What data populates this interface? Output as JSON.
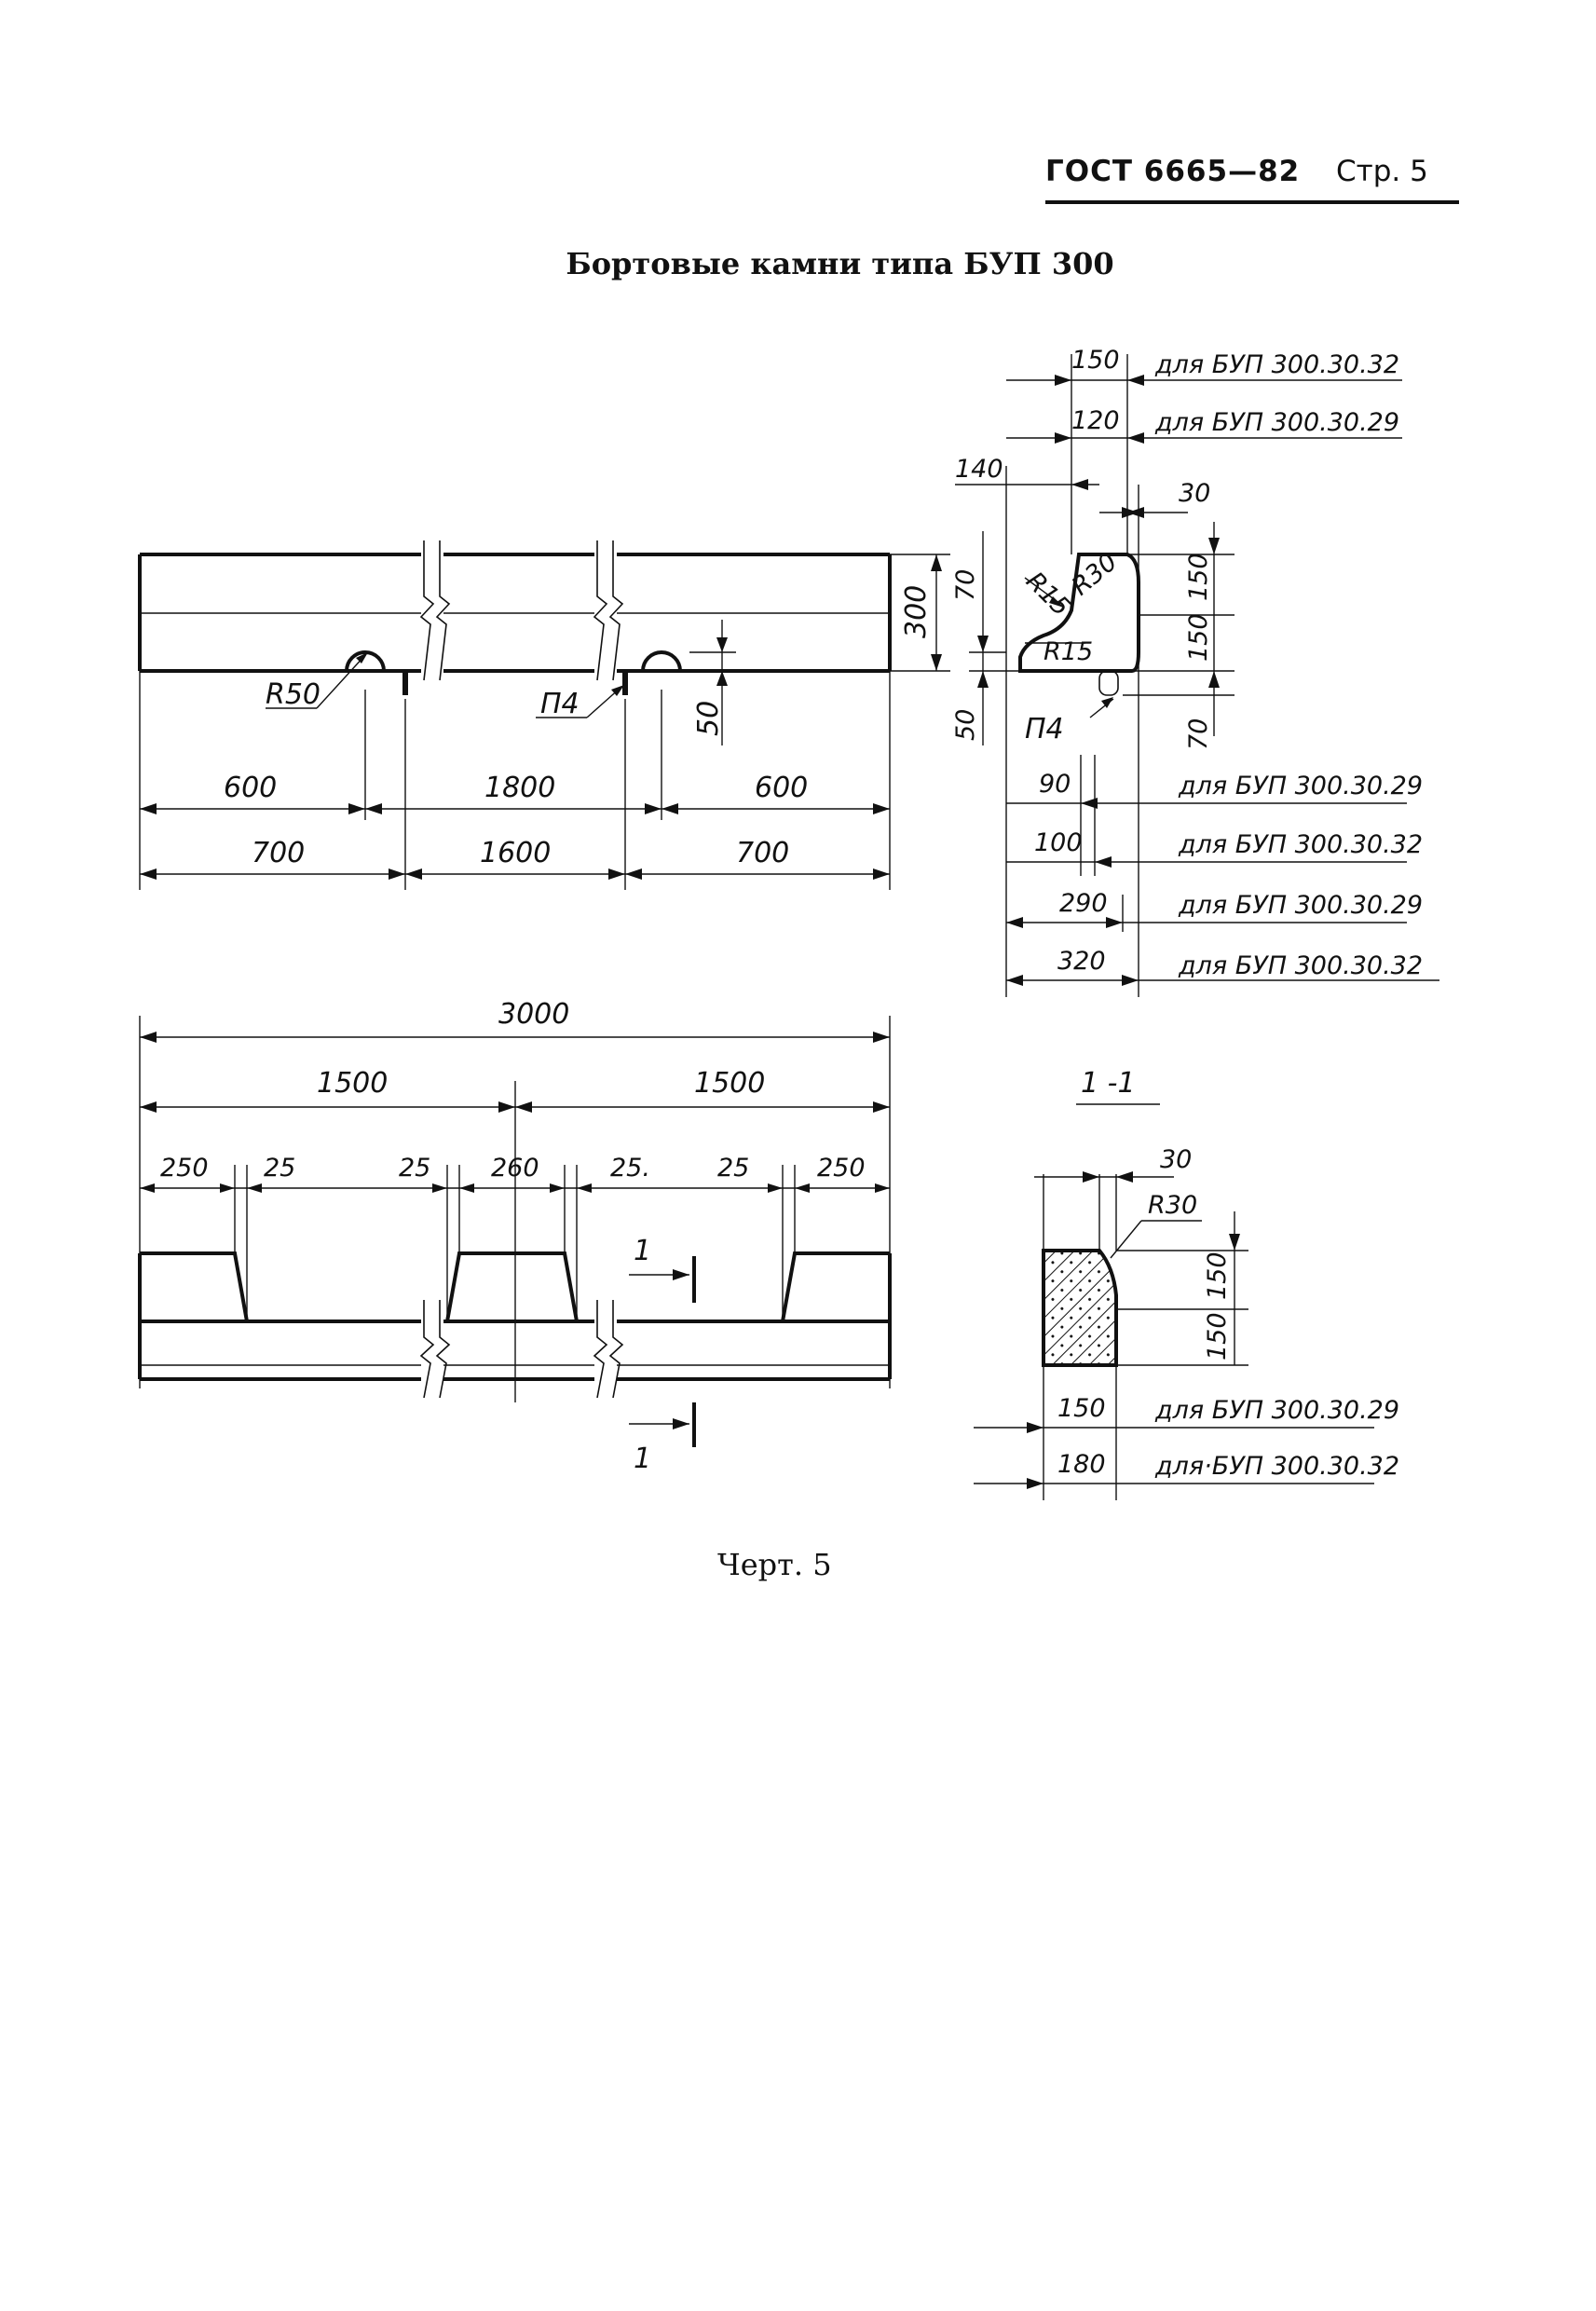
{
  "header": {
    "standard": "ГОСТ 6665—82",
    "page_label": "Стр. 5"
  },
  "title": "Бортовые камни типа БУП 300",
  "caption": "Черт. 5",
  "plan_view": {
    "dims_upper": [
      "600",
      "1800",
      "600"
    ],
    "dims_lower": [
      "700",
      "1600",
      "700"
    ],
    "labels": {
      "radius": "R50",
      "loop": "П4",
      "notch": "50",
      "height": "300"
    }
  },
  "bottom_view": {
    "total": "3000",
    "halves": [
      "1500",
      "1500"
    ],
    "segments": [
      "250",
      "25",
      "25",
      "260",
      "25.",
      "25",
      "250"
    ],
    "section_mark": "1"
  },
  "profile": {
    "top_dims": [
      {
        "value": "150",
        "note": "для БУП 300.30.32"
      },
      {
        "value": "120",
        "note": "для БУП 300.30.29"
      }
    ],
    "dims_left": [
      "140",
      "70",
      "50"
    ],
    "dims_right": [
      "30",
      "150",
      "150",
      "70"
    ],
    "radii": [
      "R15",
      "R30",
      "R15"
    ],
    "loop": "П4",
    "bottom_dims": [
      {
        "value": "90",
        "note": "для БУП 300.30.29"
      },
      {
        "value": "100",
        "note": "для БУП 300.30.32"
      },
      {
        "value": "290",
        "note": "для БУП 300.30.29"
      },
      {
        "value": "320",
        "note": "для БУП 300.30.32"
      }
    ]
  },
  "section": {
    "title": "1 -1",
    "top": "30",
    "radius": "R30",
    "heights": [
      "150",
      "150"
    ],
    "widths": [
      {
        "value": "150",
        "note": "для БУП 300.30.29"
      },
      {
        "value": "180",
        "note": "для·БУП 300.30.32"
      }
    ]
  }
}
